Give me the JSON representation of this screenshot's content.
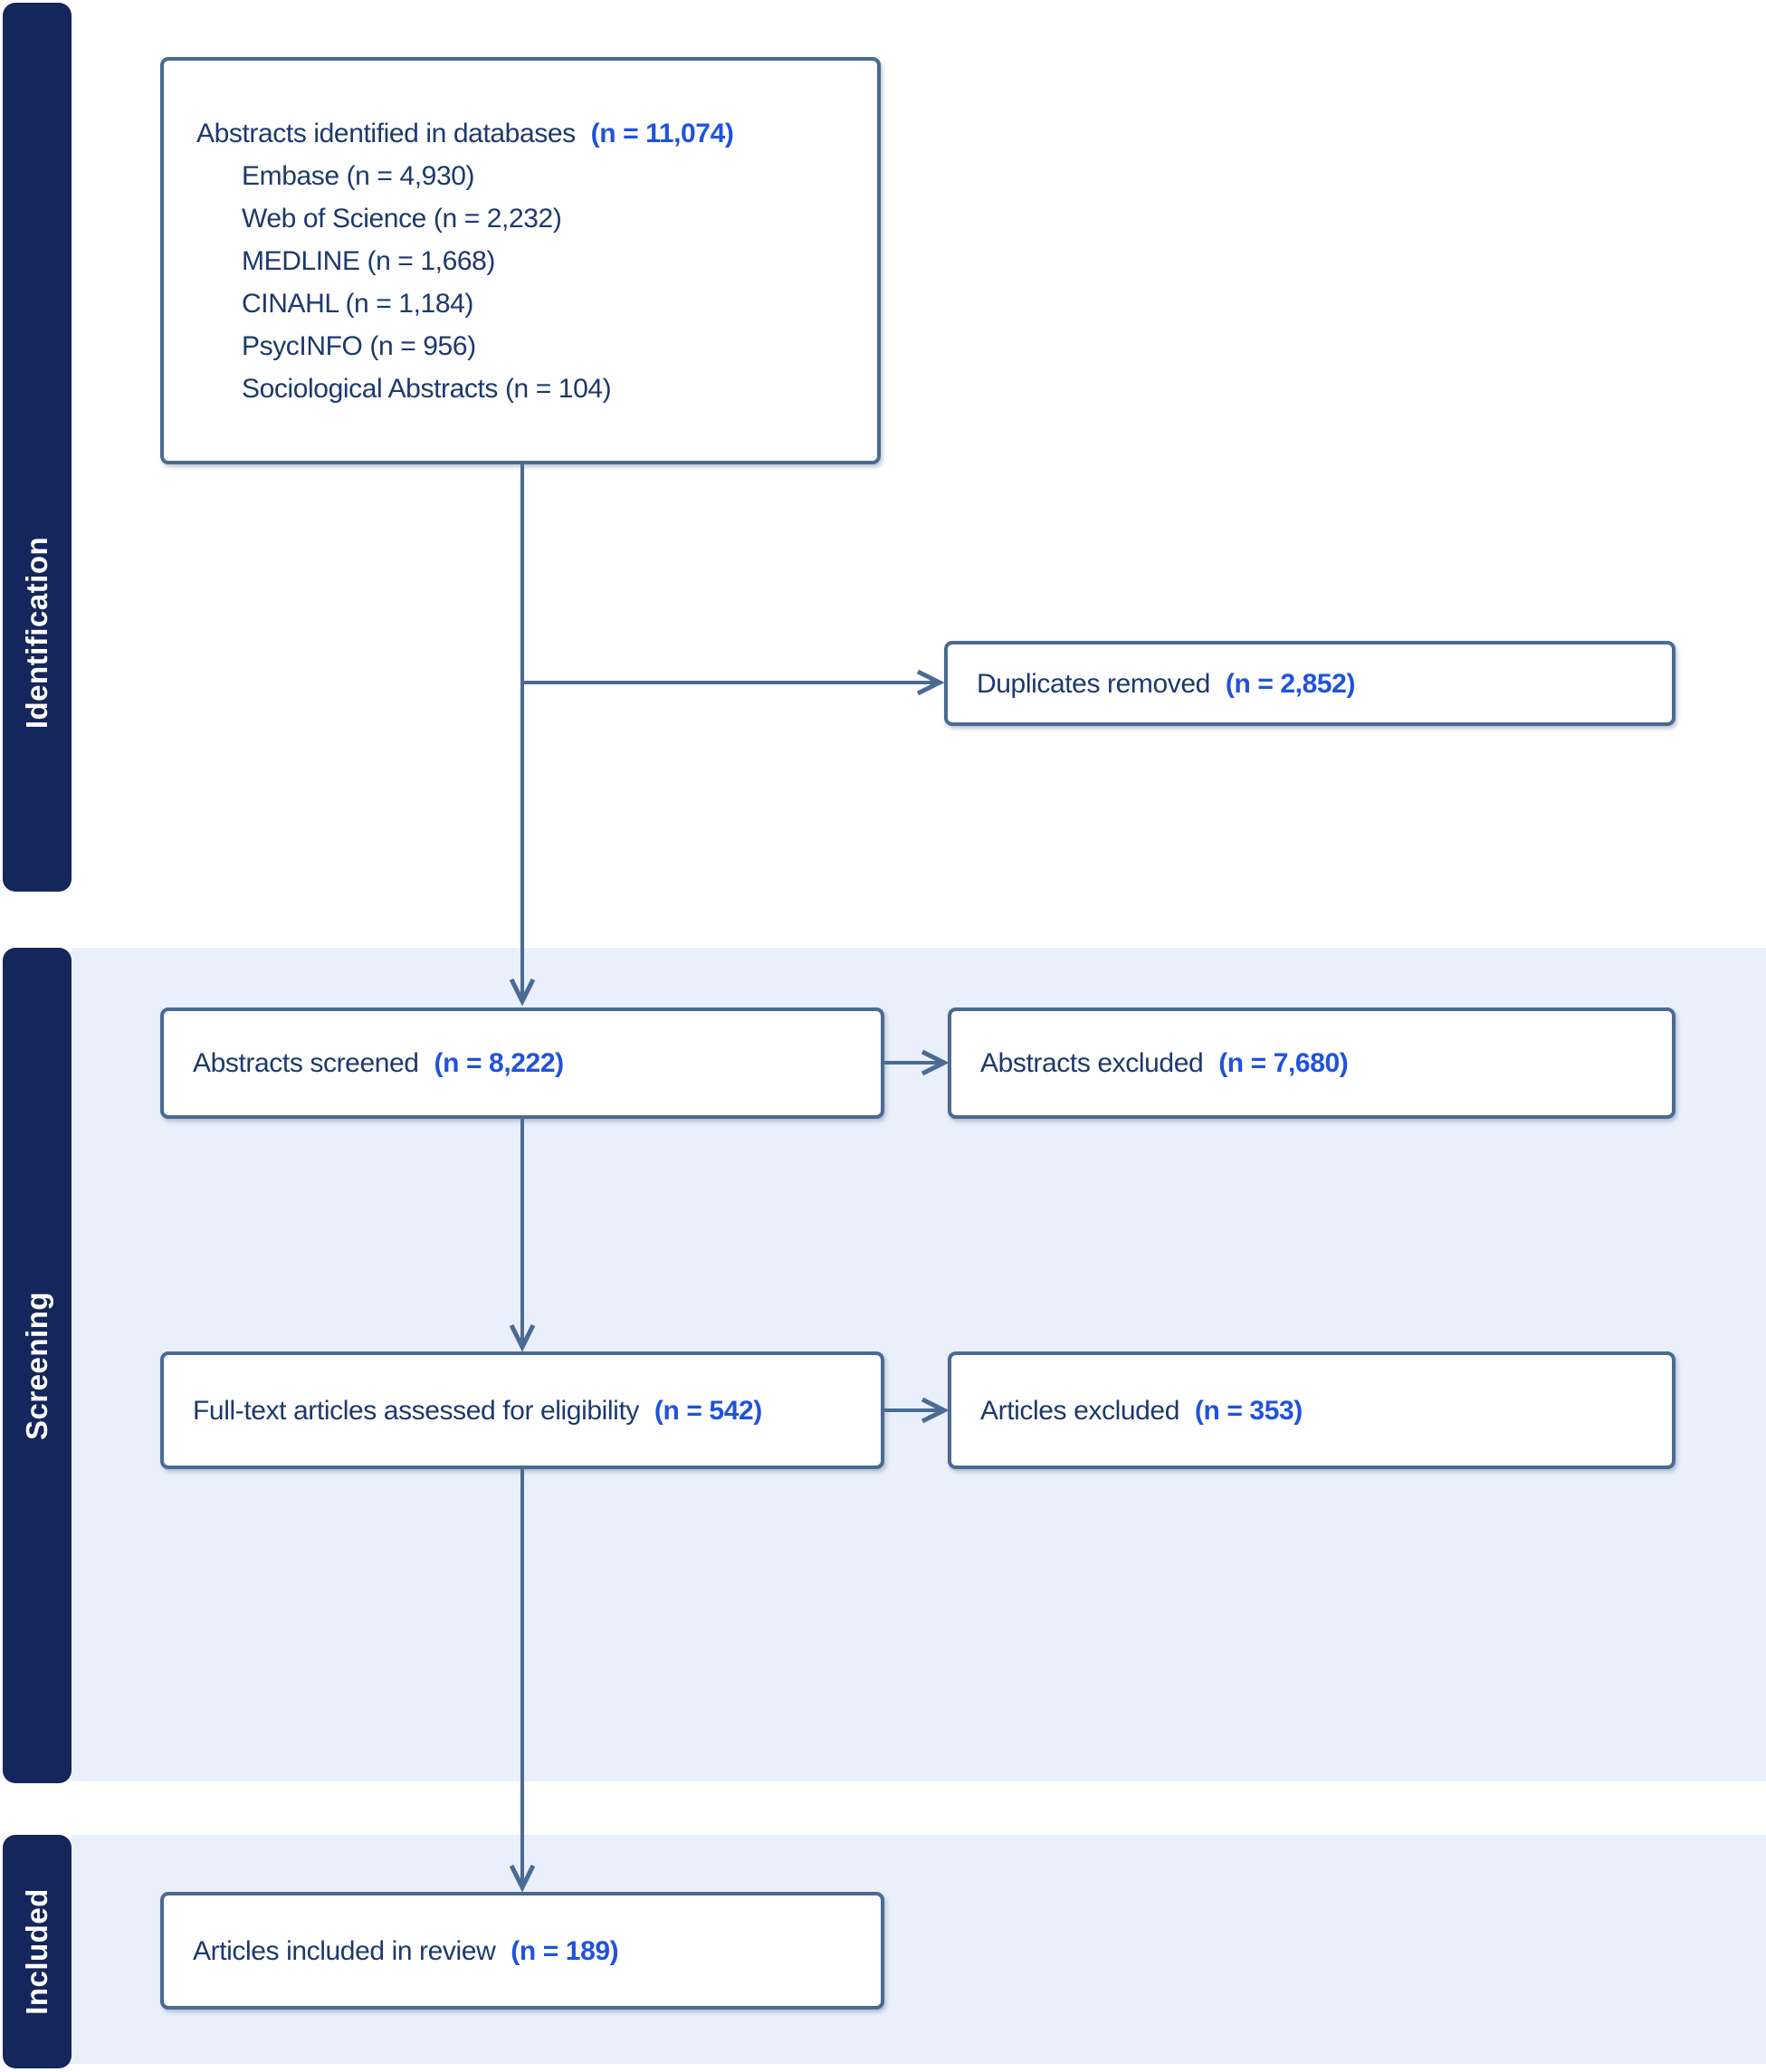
{
  "colors": {
    "navy": "#14265B",
    "band": "#E9F0FB",
    "line": "#4B6A94",
    "text": "#1C396D",
    "accent": "#2053DB"
  },
  "sidebar": {
    "identification": "Identification",
    "screening": "Screening",
    "included": "Included"
  },
  "boxes": {
    "identified": {
      "label": "Abstracts identified in databases",
      "count": "(n = 11,074)",
      "items": [
        "Embase (n = 4,930)",
        "Web of Science (n = 2,232)",
        "MEDLINE (n = 1,668)",
        "CINAHL (n = 1,184)",
        "PsycINFO (n = 956)",
        "Sociological Abstracts (n = 104)"
      ]
    },
    "duplicates": {
      "label": "Duplicates removed",
      "count": "(n = 2,852)"
    },
    "screened": {
      "label": "Abstracts screened",
      "count": "(n = 8,222)"
    },
    "abstracts_excluded": {
      "label": "Abstracts excluded",
      "count": "(n = 7,680)"
    },
    "fulltext": {
      "label": "Full-text articles assessed for eligibility",
      "count": "(n = 542)"
    },
    "articles_excluded": {
      "label": "Articles excluded",
      "count": "(n = 353)"
    },
    "included": {
      "label": "Articles included in review",
      "count": "(n = 189)"
    }
  }
}
